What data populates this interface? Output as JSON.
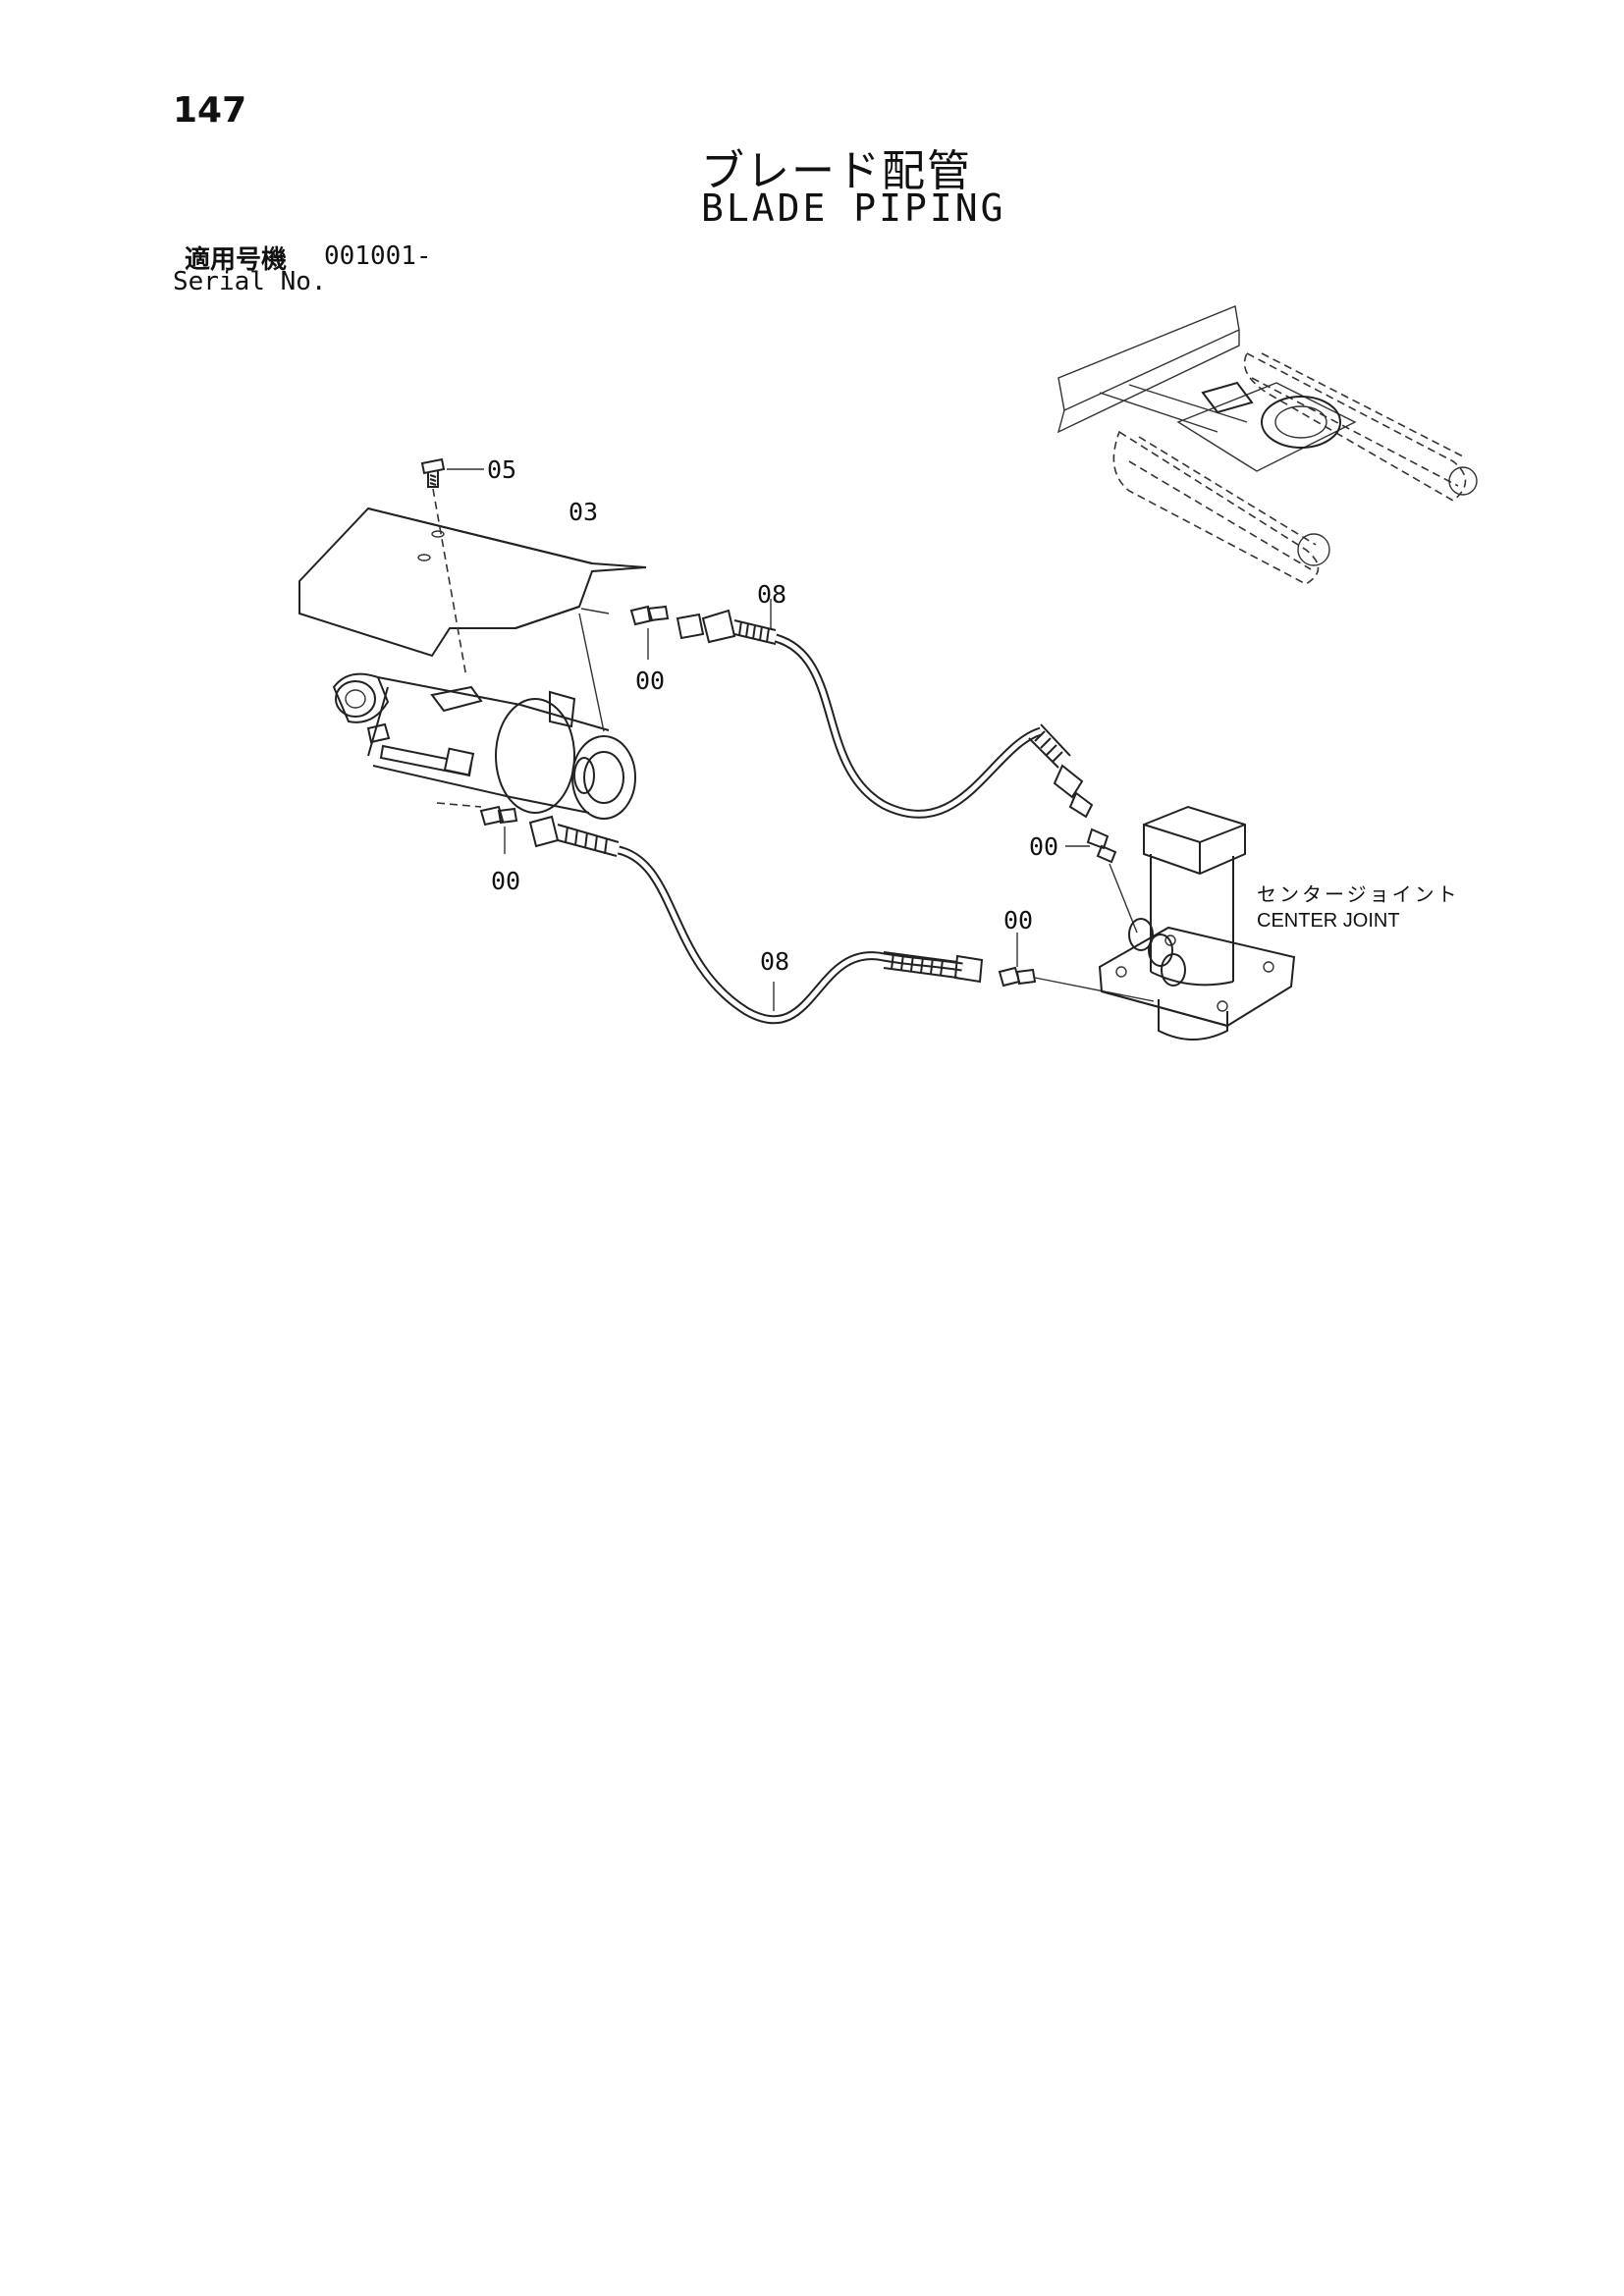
{
  "page_number": "147",
  "title": {
    "jp": "ブレード配管",
    "en": "BLADE PIPING"
  },
  "serial": {
    "jp_label": "適用号機",
    "range": "001001-",
    "en_label": "Serial No."
  },
  "callouts": {
    "bolt": "05",
    "cover": "03",
    "hose_upper": "08",
    "hose_lower": "08",
    "fitting_upper_left": "00",
    "fitting_lower_left": "00",
    "fitting_upper_right": "00",
    "fitting_lower_right": "00"
  },
  "center_joint": {
    "jp": "センタージョイント",
    "en": "CENTER JOINT"
  }
}
